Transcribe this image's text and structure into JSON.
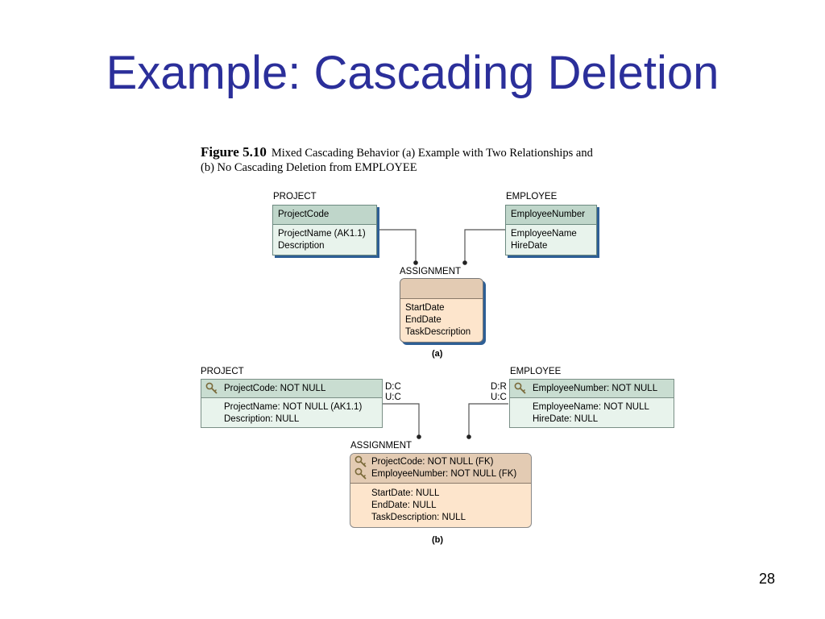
{
  "slide": {
    "title": "Example: Cascading Deletion",
    "page_number": "28"
  },
  "figure": {
    "number": "Figure 5.10",
    "caption_line1": "Mixed Cascading Behavior (a) Example with Two Relationships and",
    "caption_line2": "(b) No Cascading Deletion from EMPLOYEE"
  },
  "diagram_a": {
    "label": "(a)",
    "project": {
      "name": "PROJECT",
      "key": "ProjectCode",
      "attributes": [
        "ProjectName (AK1.1)",
        "Description"
      ]
    },
    "employee": {
      "name": "EMPLOYEE",
      "key": "EmployeeNumber",
      "attributes": [
        "EmployeeName",
        "HireDate"
      ]
    },
    "assignment": {
      "name": "ASSIGNMENT",
      "attributes": [
        "StartDate",
        "EndDate",
        "TaskDescription"
      ]
    }
  },
  "diagram_b": {
    "label": "(b)",
    "project": {
      "name": "PROJECT",
      "key": "ProjectCode:  NOT NULL",
      "attributes": [
        "ProjectName:  NOT NULL (AK1.1)",
        "Description:  NULL"
      ],
      "rule_delete": "D:C",
      "rule_update": "U:C"
    },
    "employee": {
      "name": "EMPLOYEE",
      "key": "EmployeeNumber:  NOT NULL",
      "attributes": [
        "EmployeeName:  NOT NULL",
        "HireDate:  NULL"
      ],
      "rule_delete": "D:R",
      "rule_update": "U:C"
    },
    "assignment": {
      "name": "ASSIGNMENT",
      "keys": [
        "ProjectCode:  NOT NULL (FK)",
        "EmployeeNumber: NOT NULL (FK)"
      ],
      "attributes": [
        "StartDate: NULL",
        "EndDate: NULL",
        "TaskDescription: NULL"
      ]
    }
  },
  "icons": {
    "key": "key-icon"
  },
  "colors": {
    "title": "#2b2f9a",
    "entity_fill": "#e8f3ec",
    "entity_key_fill": "#bfd6ca",
    "assignment_fill": "#fde5cc",
    "assignment_key_fill": "#e3cbb3",
    "shadow": "#2e5f95"
  }
}
